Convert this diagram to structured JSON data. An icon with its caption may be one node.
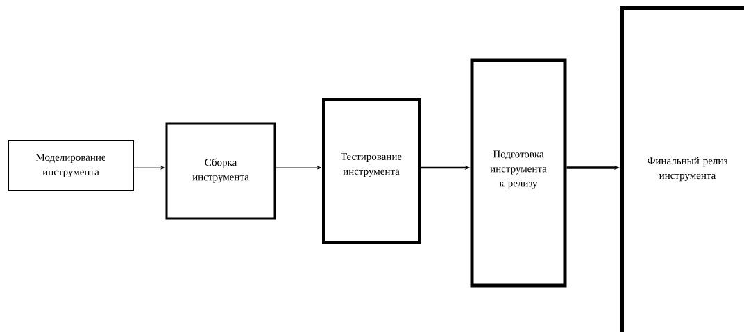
{
  "diagram": {
    "nodes": [
      {
        "text": [
          "Моделирование инструмента"
        ]
      },
      {
        "text": [
          "Сборка инструмента"
        ]
      },
      {
        "text": [
          "Тестирование инструмента"
        ]
      },
      {
        "text": [
          "Подготовка инструмента к релизу"
        ]
      },
      {
        "text": [
          "Финальный релиз инструмента"
        ]
      }
    ],
    "edges": [
      {
        "from": 0,
        "to": 1,
        "arrow": "to"
      },
      {
        "from": 1,
        "to": 2,
        "arrow": "to"
      },
      {
        "from": 2,
        "to": 3,
        "arrow": "to",
        "style": "thick"
      },
      {
        "from": 3,
        "to": 4,
        "arrow": "to",
        "style": "thick"
      }
    ]
  }
}
